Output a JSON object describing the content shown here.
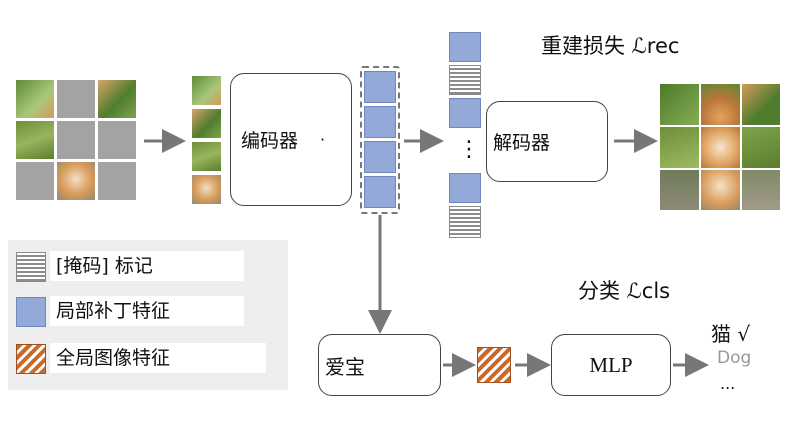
{
  "encoder": {
    "label": "编码器",
    "dot": "·"
  },
  "decoder": {
    "label": "解码器"
  },
  "loss_rec": {
    "label": "重建损失 ℒrec"
  },
  "loss_cls": {
    "label": "分类 ℒcls"
  },
  "aibao": {
    "label": "爱宝"
  },
  "mlp": {
    "label": "MLP"
  },
  "vdots": "⋮",
  "predictions": {
    "cat": "猫 √",
    "dog": "Dog",
    "more": "..."
  },
  "legend": {
    "mask_token": "[掩码] 标记",
    "patch_feature": "局部补丁特征",
    "global_feature": "全局图像特征"
  },
  "colors": {
    "patch_blue": "#93a9d8",
    "mask_gray": "#8c8c8c",
    "global_orange": "#c8682a",
    "arrow_gray": "#777777"
  }
}
